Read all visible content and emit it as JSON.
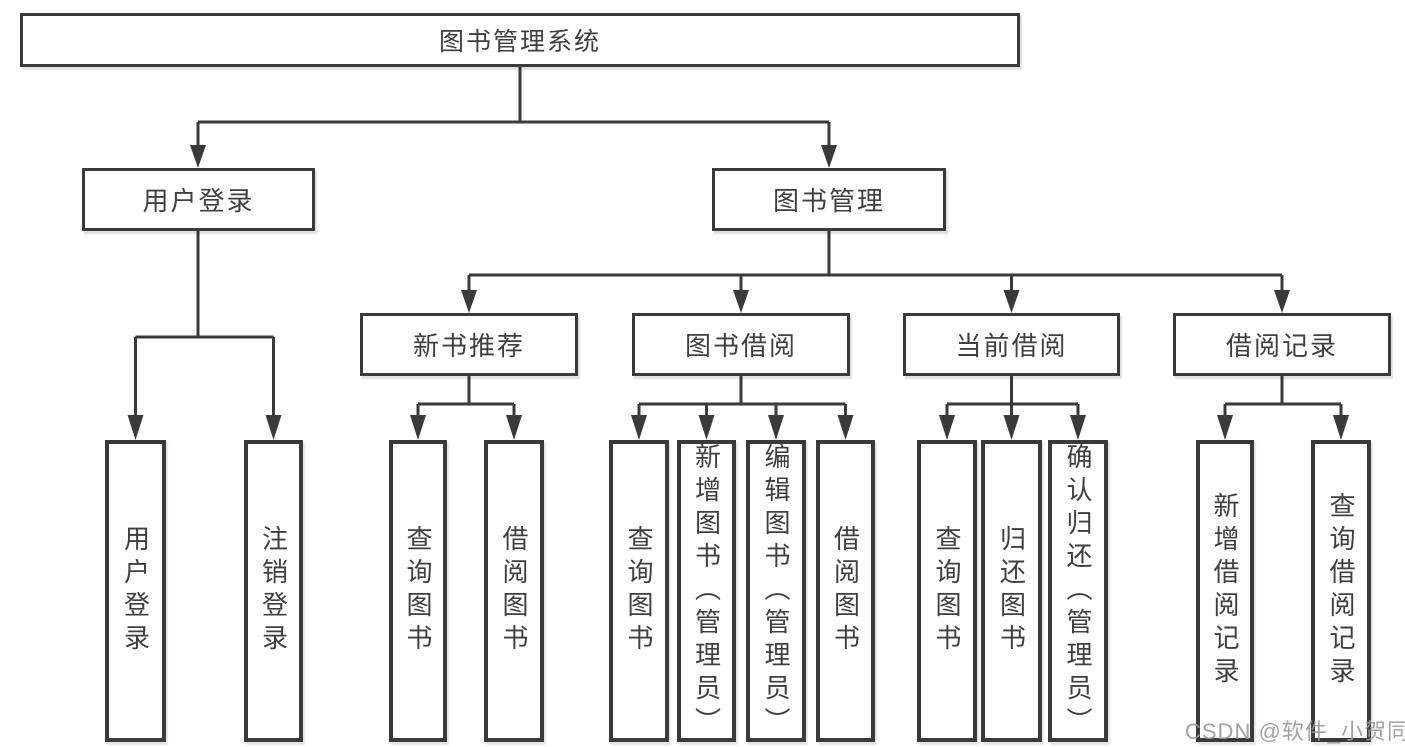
{
  "nodes": {
    "root": "图书管理系统",
    "userLogin": "用户登录",
    "bookMgmt": "图书管理",
    "newBookRec": "新书推荐",
    "bookBorrow": "图书借阅",
    "currentBorrow": "当前借阅",
    "borrowRecord": "借阅记录",
    "loginLeaf": "用户登录",
    "logoutLeaf": "注销登录",
    "recQueryBooks": "查询图书",
    "recBorrowBooks": "借阅图书",
    "bbQueryBooks": "查询图书",
    "bbAddBooks": "新增图书（管理员）",
    "bbEditBooks": "编辑图书（管理员）",
    "bbBorrowBooks": "借阅图书",
    "cbQueryBooks": "查询图书",
    "cbReturnBooks": "归还图书",
    "cbConfirmReturn": "确认归还（管理员）",
    "brAddRecord": "新增借阅记录",
    "brQueryRecord": "查询借阅记录"
  },
  "watermark": "CSDN @软件_小贺同学",
  "colors": {
    "line": "#3a3a3a",
    "text": "#3f3f3f",
    "watermark": "#989898",
    "background": "#ffffff"
  }
}
